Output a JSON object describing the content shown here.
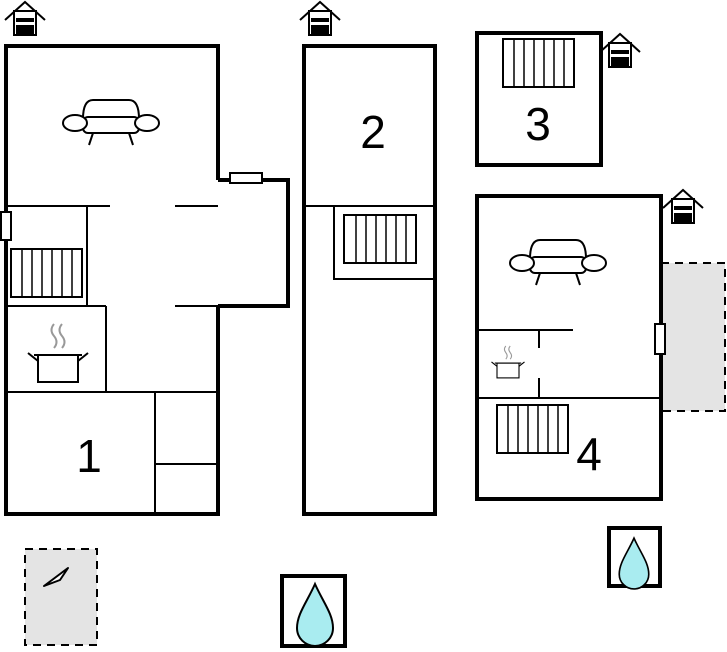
{
  "plan": {
    "unit1": {
      "label": "1"
    },
    "unit2": {
      "label": "2"
    },
    "unit3": {
      "label": "3"
    },
    "unit4": {
      "label": "4"
    }
  },
  "icons": {
    "house": "house-icon",
    "sofa": "sofa-icon",
    "bed": "bed-icon",
    "cooking_pot": "cooking-pot-icon",
    "water_drop": "water-drop-icon",
    "terrace": "terrace-icon",
    "door": "door-icon",
    "window": "window-icon"
  },
  "colors": {
    "wall": "#000000",
    "water": "#a9ecf0",
    "terrace": "#e4e4e4"
  }
}
